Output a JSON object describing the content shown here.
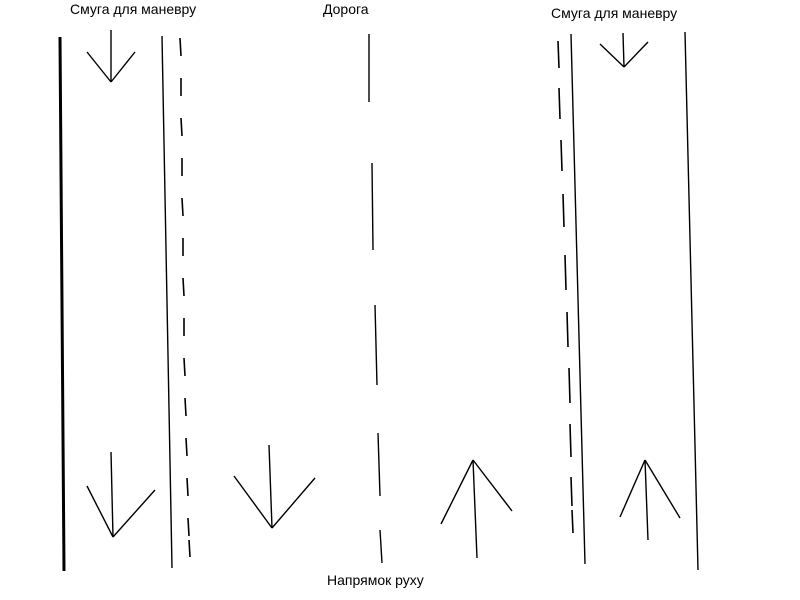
{
  "labels": {
    "left_lane": "Смуга для маневру",
    "road": "Дорога",
    "right_lane": "Смуга для маневру",
    "direction": "Напрямок руху"
  },
  "colors": {
    "lines": "#000000",
    "background": "#ffffff"
  }
}
